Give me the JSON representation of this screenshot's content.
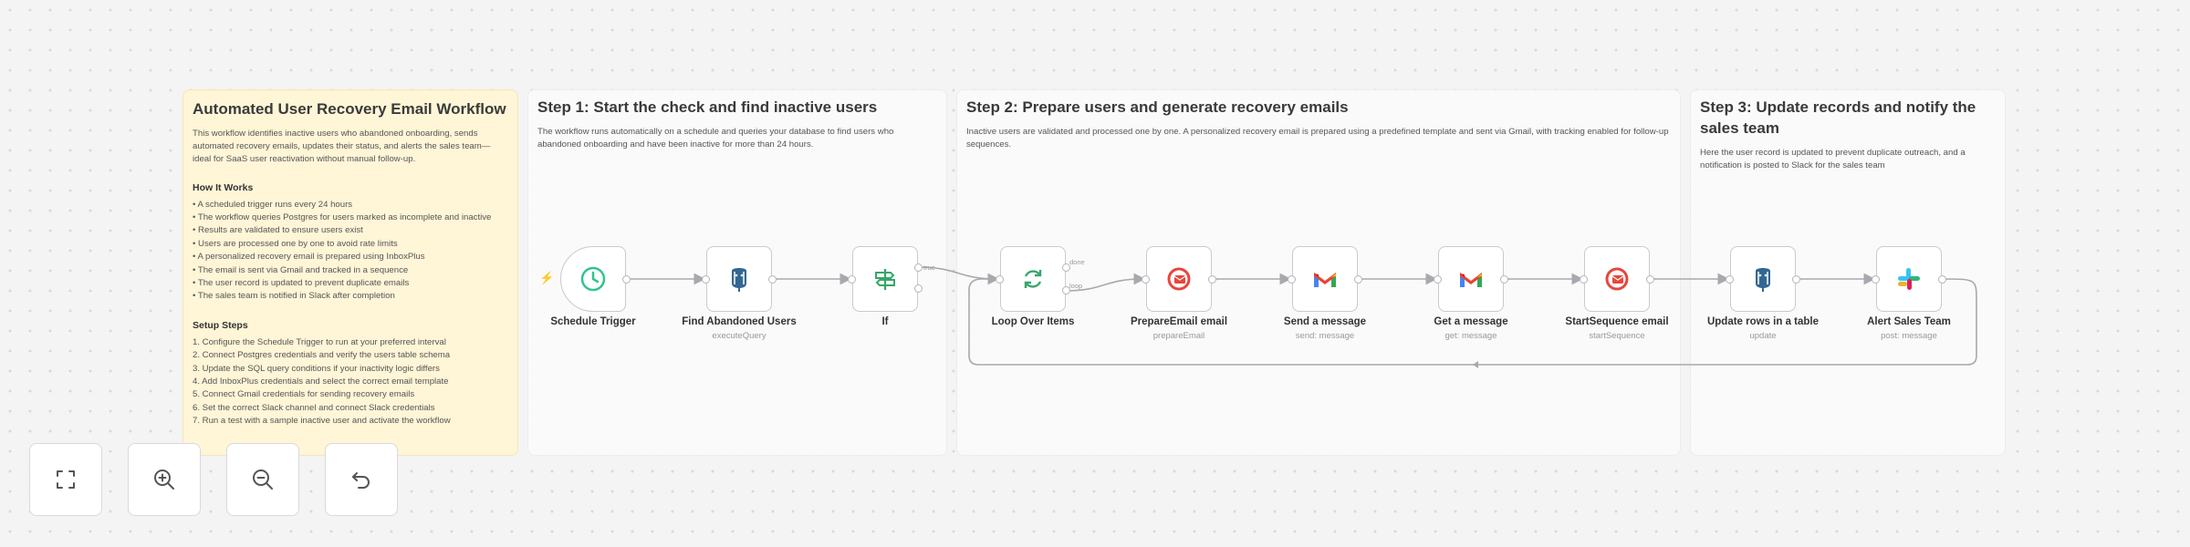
{
  "notes": {
    "main": {
      "title": "Automated User Recovery Email Workflow",
      "description": "This workflow identifies inactive users who abandoned onboarding, sends automated recovery emails, updates their status, and alerts the sales team—ideal for SaaS user reactivation without manual follow-up.",
      "how_heading": "How It Works",
      "how_items": [
        "• A scheduled trigger runs every 24 hours",
        "• The workflow queries Postgres for users marked as incomplete and inactive",
        "• Results are validated to ensure users exist",
        "• Users are processed one by one to avoid rate limits",
        "• A personalized recovery email is prepared using InboxPlus",
        "• The email is sent via Gmail and tracked in a sequence",
        "• The user record is updated to prevent duplicate emails",
        "• The sales team is notified in Slack after completion"
      ],
      "setup_heading": "Setup Steps",
      "setup_items": [
        "1. Configure the Schedule Trigger to run at your preferred interval",
        "2. Connect Postgres credentials and verify the users table schema",
        "3. Update the SQL query conditions if your inactivity logic differs",
        "4. Add InboxPlus credentials and select the correct email template",
        "5. Connect Gmail credentials for sending recovery emails",
        "6. Set the correct Slack channel and connect Slack credentials",
        "7. Run a test with a sample inactive user and activate the workflow"
      ]
    },
    "step1": {
      "title": "Step 1: Start the check and find inactive users",
      "text": "The workflow runs automatically on a schedule and queries your database to find users who abandoned onboarding and have been inactive for more than 24 hours."
    },
    "step2": {
      "title": "Step 2: Prepare users and generate recovery emails",
      "text": "Inactive users are validated and processed one by one. A personalized recovery email is prepared using a predefined template and sent via Gmail, with tracking enabled for follow-up sequences."
    },
    "step3": {
      "title": "Step 3: Update records and notify the sales team",
      "text": "Here the user record is updated to prevent duplicate outreach, and a notification is posted to Slack for the sales team"
    }
  },
  "nodes": [
    {
      "label": "Schedule Trigger",
      "sub": "",
      "icon": "clock-icon"
    },
    {
      "label": "Find Abandoned Users",
      "sub": "executeQuery",
      "icon": "postgres-icon"
    },
    {
      "label": "If",
      "sub": "",
      "icon": "signpost-icon"
    },
    {
      "label": "Loop Over Items",
      "sub": "",
      "icon": "loop-icon"
    },
    {
      "label": "PrepareEmail email",
      "sub": "prepareEmail",
      "icon": "inboxplus-icon"
    },
    {
      "label": "Send a message",
      "sub": "send: message",
      "icon": "gmail-icon"
    },
    {
      "label": "Get a message",
      "sub": "get: message",
      "icon": "gmail-icon"
    },
    {
      "label": "StartSequence email",
      "sub": "startSequence",
      "icon": "inboxplus-icon"
    },
    {
      "label": "Update rows in a table",
      "sub": "update",
      "icon": "postgres-icon"
    },
    {
      "label": "Alert Sales Team",
      "sub": "post: message",
      "icon": "slack-icon"
    }
  ],
  "edge_labels": {
    "if_true": "true",
    "loop_done": "done",
    "loop_loop": "loop"
  },
  "controls": [
    {
      "name": "fit-view-button",
      "icon": "fullscreen-icon"
    },
    {
      "name": "zoom-in-button",
      "icon": "zoom-in-icon"
    },
    {
      "name": "zoom-out-button",
      "icon": "zoom-out-icon"
    },
    {
      "name": "undo-button",
      "icon": "undo-icon"
    }
  ],
  "colors": {
    "canvas": "#f4f4f5",
    "sticky_yellow": "#fff5d7",
    "trigger_bolt": "#ff6d5a",
    "connection": "#a8a8ae"
  }
}
